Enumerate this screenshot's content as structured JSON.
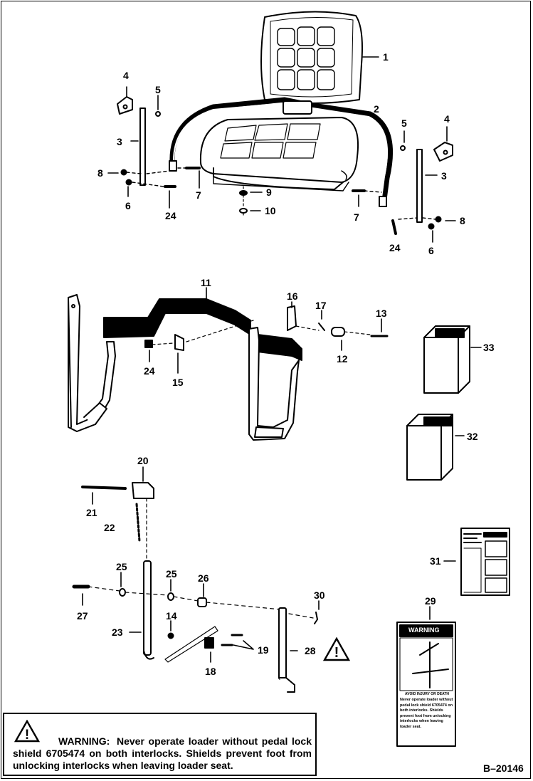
{
  "callouts": {
    "n1": "1",
    "n2": "2",
    "n3a": "3",
    "n3b": "3",
    "n4a": "4",
    "n4b": "4",
    "n5a": "5",
    "n5b": "5",
    "n6a": "6",
    "n6b": "6",
    "n7a": "7",
    "n7b": "7",
    "n8a": "8",
    "n8b": "8",
    "n9": "9",
    "n10": "10",
    "n11": "11",
    "n12": "12",
    "n13": "13",
    "n14": "14",
    "n15": "15",
    "n16": "16",
    "n17": "17",
    "n18": "18",
    "n19": "19",
    "n20": "20",
    "n21": "21",
    "n22": "22",
    "n23": "23",
    "n24a": "24",
    "n24b": "24",
    "n24c": "24",
    "n25a": "25",
    "n25b": "25",
    "n26": "26",
    "n27": "27",
    "n28": "28",
    "n29": "29",
    "n30": "30",
    "n31": "31",
    "n32": "32",
    "n33": "33"
  },
  "warning": {
    "heading": "WARNING:",
    "text": "Never operate loader without pedal lock shield 6705474 on both interlocks.  Shields prevent foot from unlocking interlocks when leaving loader seat."
  },
  "decal29": {
    "title": "WARNING",
    "sub": "AVOID INJURY OR DEATH",
    "body": "Never operate loader without pedal lock shield 6705474 on both interlocks. Shields prevent foot from unlocking interlocks when leaving loader seat."
  },
  "figure_code": "B–20146"
}
